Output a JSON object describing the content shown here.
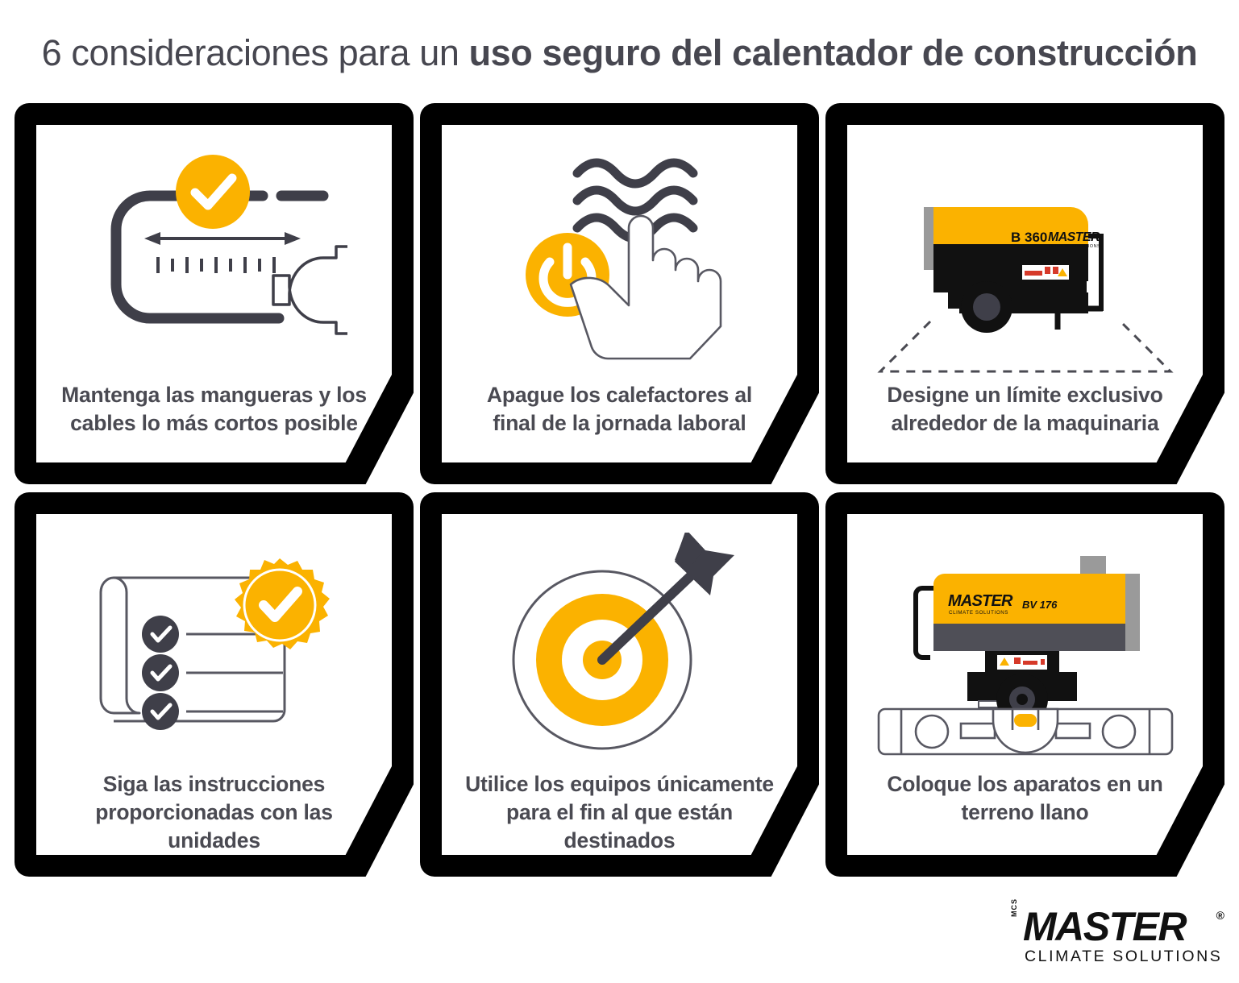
{
  "title": {
    "light_part": "6 consideraciones para un ",
    "bold_part": "uso seguro del calentador de construcción",
    "full": "6 consideraciones para un uso seguro del calentador de construcción"
  },
  "colors": {
    "accent_yellow": "#FBB200",
    "dark_gray": "#4A4A52",
    "border_black": "#000000",
    "card_background": "#FFFFFF",
    "page_background": "#FFFFFF",
    "heater_body_gray": "#4F4F57",
    "heater_light_gray": "#9A9A9A"
  },
  "cards": [
    {
      "index": 1,
      "icon_name": "power-cord-plug-icon",
      "caption": "Mantenga las mangueras y los cables lo más cortos posible",
      "badge": "check-circle-badge"
    },
    {
      "index": 2,
      "icon_name": "hand-pressing-power-button-icon",
      "caption": "Apague los calefactores al final de la jornada laboral",
      "badge": "power-button"
    },
    {
      "index": 3,
      "icon_name": "heater-with-safety-perimeter-icon",
      "caption": "Designe un límite exclusivo alrededor de la maquinaria",
      "heater_model": "B 360",
      "brand_name": "MASTER",
      "brand_tagline": "CLIMATE SOLUTIONS"
    },
    {
      "index": 4,
      "icon_name": "instruction-checklist-document-icon",
      "caption": "Siga las instrucciones proporcionadas con las unidades",
      "badge": "starburst-check-seal",
      "checklist_items": 3
    },
    {
      "index": 5,
      "icon_name": "target-with-arrow-icon",
      "caption": "Utilice los equipos únicamente para el fin al que están destinados"
    },
    {
      "index": 6,
      "icon_name": "heater-on-spirit-level-icon",
      "caption": "Coloque los aparatos en un terreno llano",
      "heater_model": "BV 176",
      "brand_name": "MASTER",
      "brand_tagline": "CLIMATE SOLUTIONS"
    }
  ],
  "footer_logo": {
    "prefix": "MCS",
    "name": "MASTER",
    "registered_mark": "®",
    "tagline": "CLIMATE SOLUTIONS"
  }
}
